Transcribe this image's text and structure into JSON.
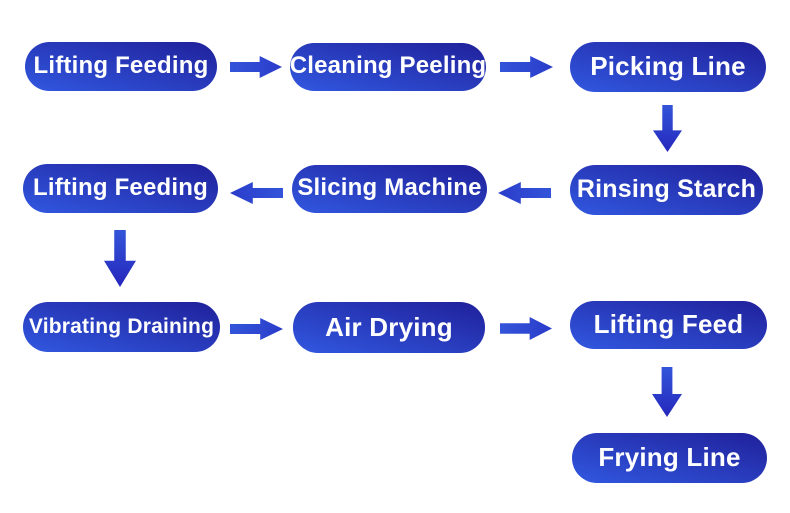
{
  "colors": {
    "pill_gradient_start": "#3158E0",
    "pill_gradient_end": "#20209A",
    "arrow_color": "#2A3CCA",
    "arrow_gradient_start": "#3355D9",
    "arrow_gradient_end": "#2527BC",
    "text_color": "#FFFFFF",
    "background": "#FFFFFF"
  },
  "flowchart": {
    "nodes": [
      {
        "id": "lifting-feeding-1",
        "label": "Lifting Feeding"
      },
      {
        "id": "cleaning-peeling",
        "label": "Cleaning Peeling"
      },
      {
        "id": "picking-line",
        "label": "Picking Line"
      },
      {
        "id": "rinsing-starch",
        "label": "Rinsing Starch"
      },
      {
        "id": "slicing-machine",
        "label": "Slicing Machine"
      },
      {
        "id": "lifting-feeding-2",
        "label": "Lifting Feeding"
      },
      {
        "id": "vibrating-draining",
        "label": "Vibrating Draining"
      },
      {
        "id": "air-drying",
        "label": "Air Drying"
      },
      {
        "id": "lifting-feed",
        "label": "Lifting Feed"
      },
      {
        "id": "frying-line",
        "label": "Frying Line"
      }
    ],
    "edges": [
      {
        "from": "lifting-feeding-1",
        "to": "cleaning-peeling",
        "direction": "right"
      },
      {
        "from": "cleaning-peeling",
        "to": "picking-line",
        "direction": "right"
      },
      {
        "from": "picking-line",
        "to": "rinsing-starch",
        "direction": "down"
      },
      {
        "from": "rinsing-starch",
        "to": "slicing-machine",
        "direction": "left"
      },
      {
        "from": "slicing-machine",
        "to": "lifting-feeding-2",
        "direction": "left"
      },
      {
        "from": "lifting-feeding-2",
        "to": "vibrating-draining",
        "direction": "down"
      },
      {
        "from": "vibrating-draining",
        "to": "air-drying",
        "direction": "right"
      },
      {
        "from": "air-drying",
        "to": "lifting-feed",
        "direction": "right"
      },
      {
        "from": "lifting-feed",
        "to": "frying-line",
        "direction": "down"
      }
    ]
  }
}
